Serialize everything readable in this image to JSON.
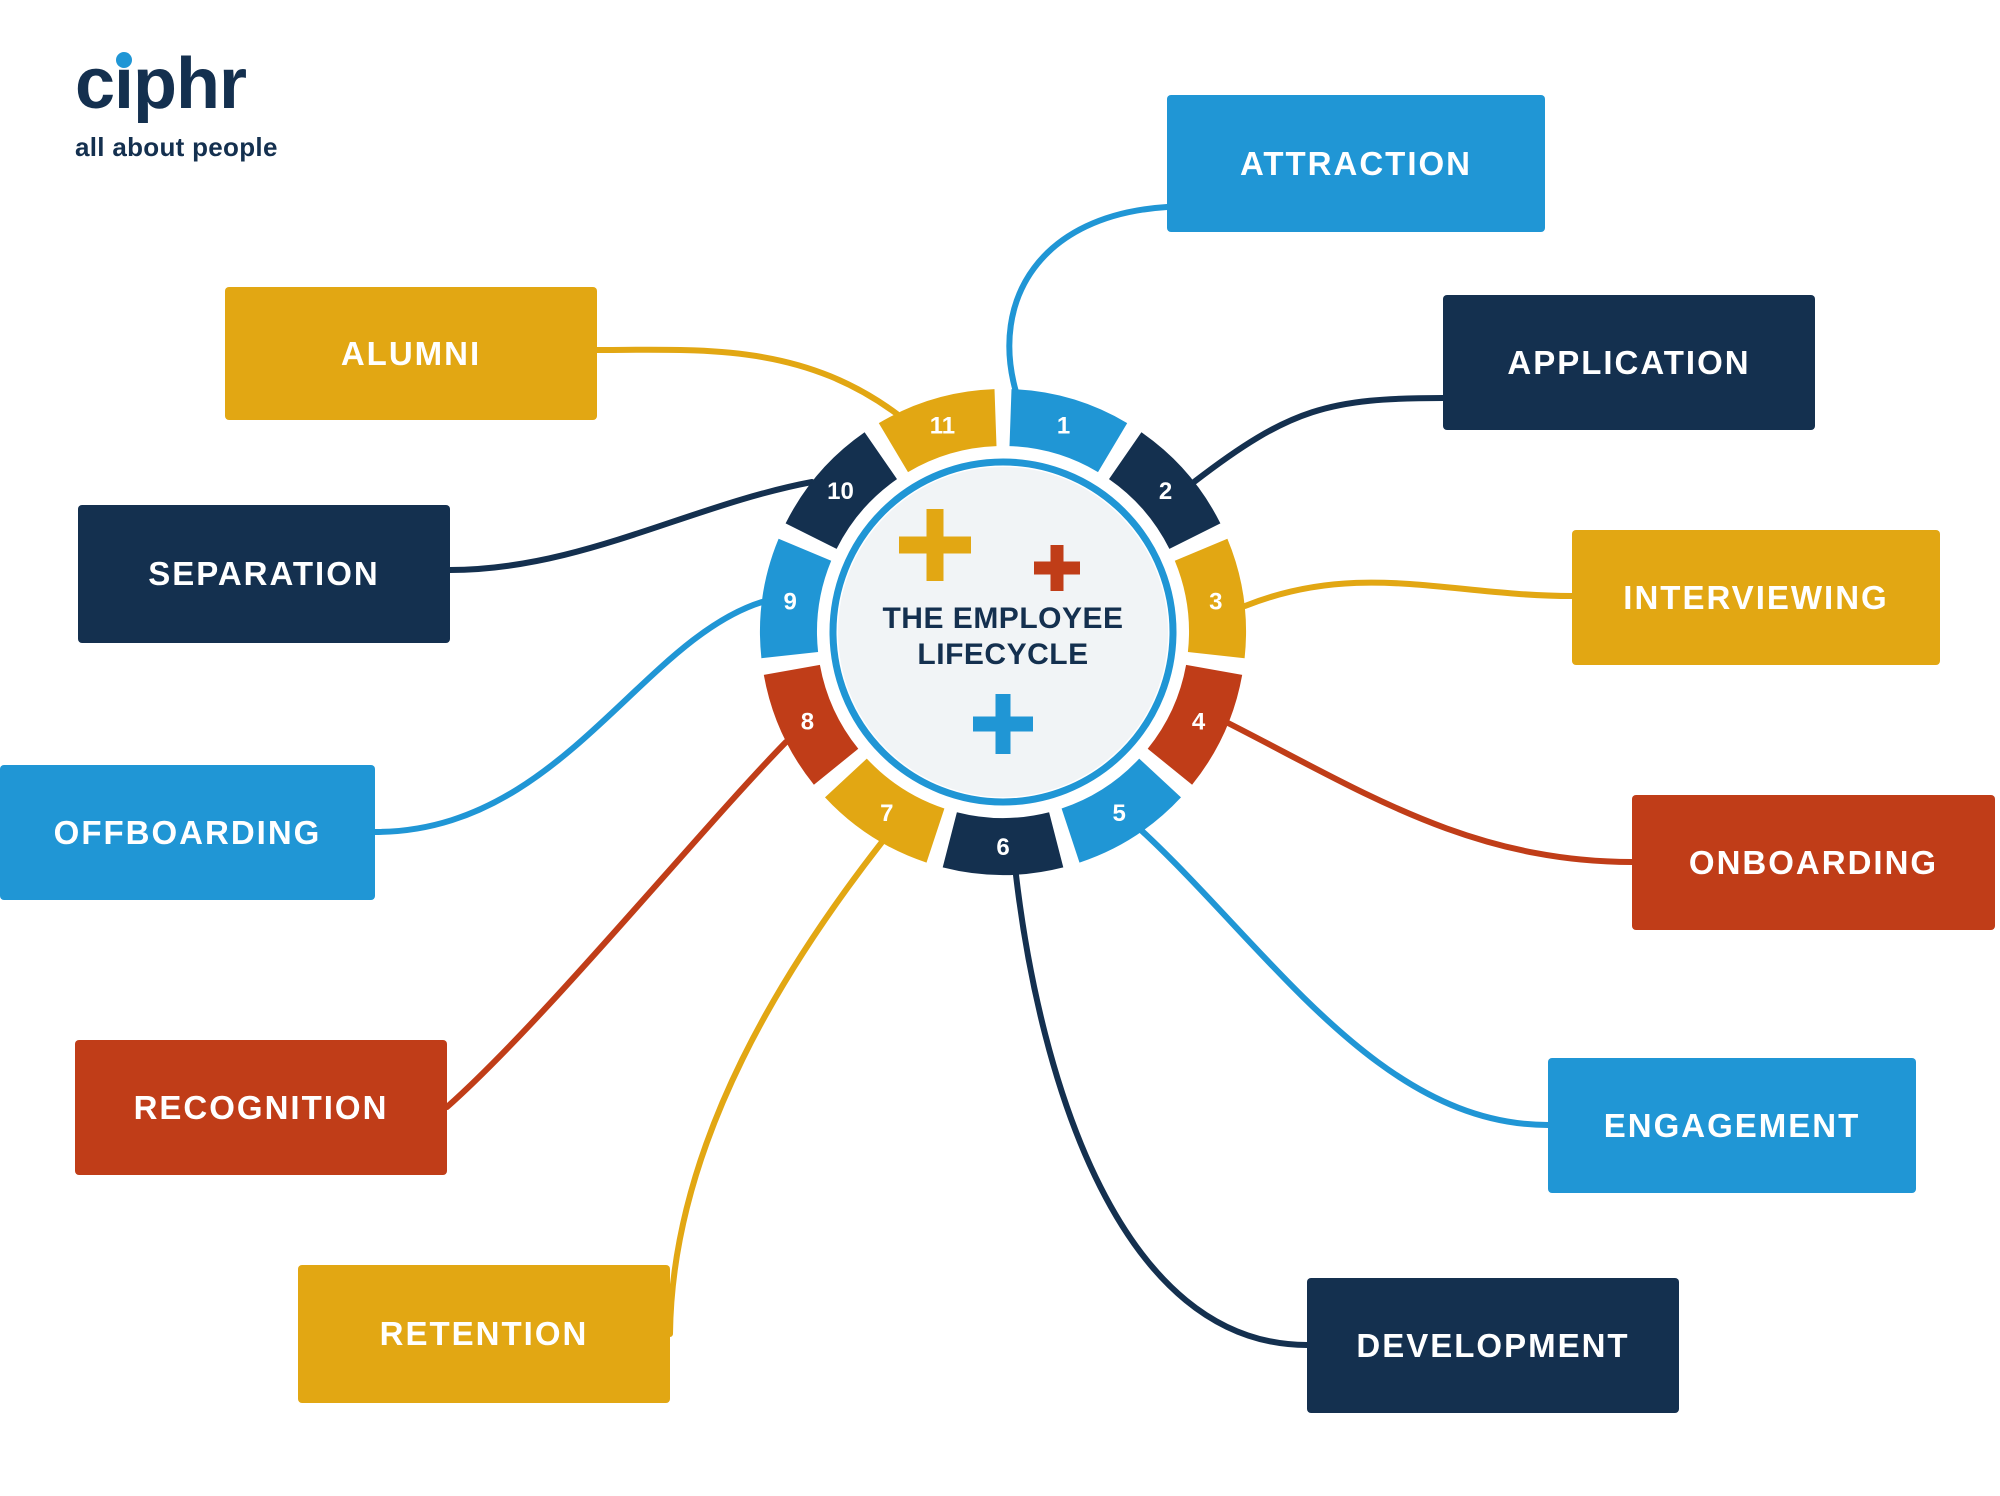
{
  "logo": {
    "name": "ciphr",
    "tagline": "all about people"
  },
  "center": {
    "line1": "THE EMPLOYEE",
    "line2": "LIFECYCLE"
  },
  "palette": {
    "blue": "#2096d5",
    "navy": "#14304f",
    "yellow": "#e2a713",
    "red": "#c03d18",
    "center_bg": "#f1f4f6",
    "text_navy": "#14304f",
    "white": "#ffffff"
  },
  "stages": [
    {
      "number": "1",
      "label": "ATTRACTION",
      "color": "#2096d5"
    },
    {
      "number": "2",
      "label": "APPLICATION",
      "color": "#14304f"
    },
    {
      "number": "3",
      "label": "INTERVIEWING",
      "color": "#e2a713"
    },
    {
      "number": "4",
      "label": "ONBOARDING",
      "color": "#c03d18"
    },
    {
      "number": "5",
      "label": "ENGAGEMENT",
      "color": "#2096d5"
    },
    {
      "number": "6",
      "label": "DEVELOPMENT",
      "color": "#14304f"
    },
    {
      "number": "7",
      "label": "RETENTION",
      "color": "#e2a713"
    },
    {
      "number": "8",
      "label": "RECOGNITION",
      "color": "#c03d18"
    },
    {
      "number": "9",
      "label": "OFFBOARDING",
      "color": "#2096d5"
    },
    {
      "number": "10",
      "label": "SEPARATION",
      "color": "#14304f"
    },
    {
      "number": "11",
      "label": "ALUMNI",
      "color": "#e2a713"
    }
  ]
}
